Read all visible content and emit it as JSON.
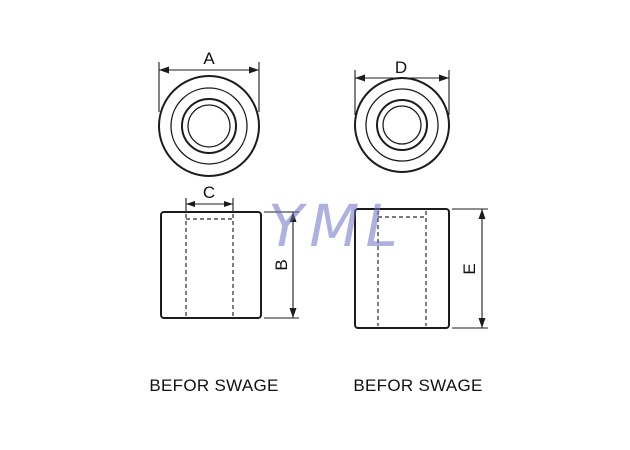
{
  "dimensions": {
    "a": "A",
    "b": "B",
    "c": "C",
    "d": "D",
    "e": "E"
  },
  "captions": {
    "left": "BEFOR SWAGE",
    "right": "BEFOR SWAGE"
  },
  "watermark": {
    "text": "YML",
    "color": "#6d6fc4"
  },
  "colors": {
    "line": "#1c1c1c",
    "background": "#ffffff"
  }
}
